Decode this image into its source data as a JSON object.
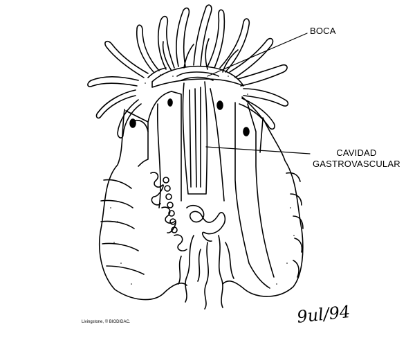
{
  "labels": {
    "mouth": "BOCA",
    "gastro_line1": "CAVIDAD",
    "gastro_line2": "GASTROVASCULAR"
  },
  "credit": "Livingstone, © BIODIDAC.",
  "signature": "9ul/94",
  "colors": {
    "ink": "#000000",
    "paper": "#ffffff"
  }
}
